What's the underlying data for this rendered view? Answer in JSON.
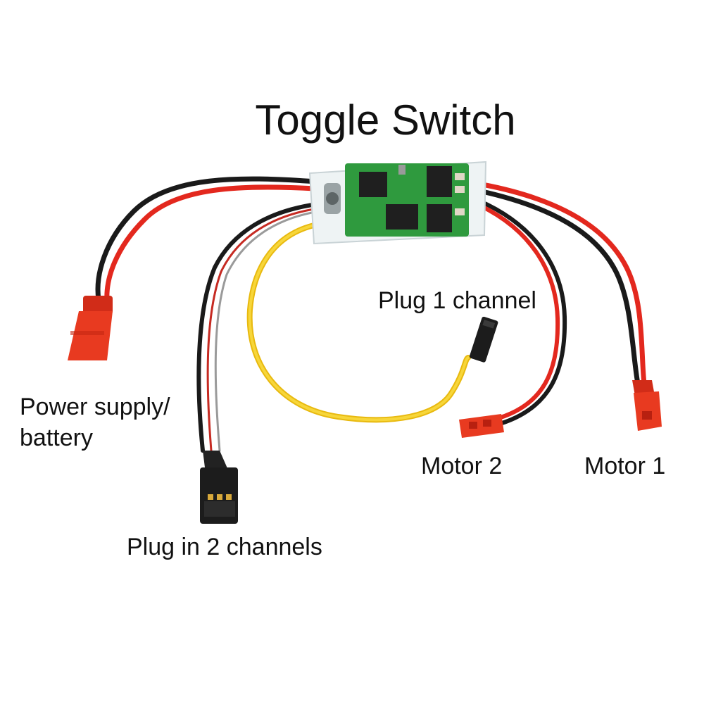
{
  "title": "Toggle Switch",
  "labels": {
    "power_supply_line1": "Power supply/",
    "power_supply_line2": "battery",
    "plug_1_channel": "Plug 1 channel",
    "motor_2": "Motor 2",
    "motor_1": "Motor 1",
    "plug_in_2_channels": "Plug in 2 channels"
  },
  "colors": {
    "wire_red": "#e3281e",
    "wire_black": "#1a1a1a",
    "wire_yellow": "#f2c81b",
    "connector_red": "#e83a20",
    "pcb_green": "#2f9a3e"
  }
}
